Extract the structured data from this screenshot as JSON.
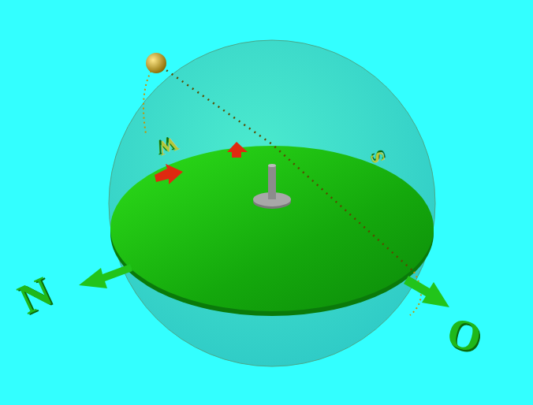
{
  "diagram": {
    "labels": [
      "N",
      "O",
      "W",
      "S"
    ]
  }
}
